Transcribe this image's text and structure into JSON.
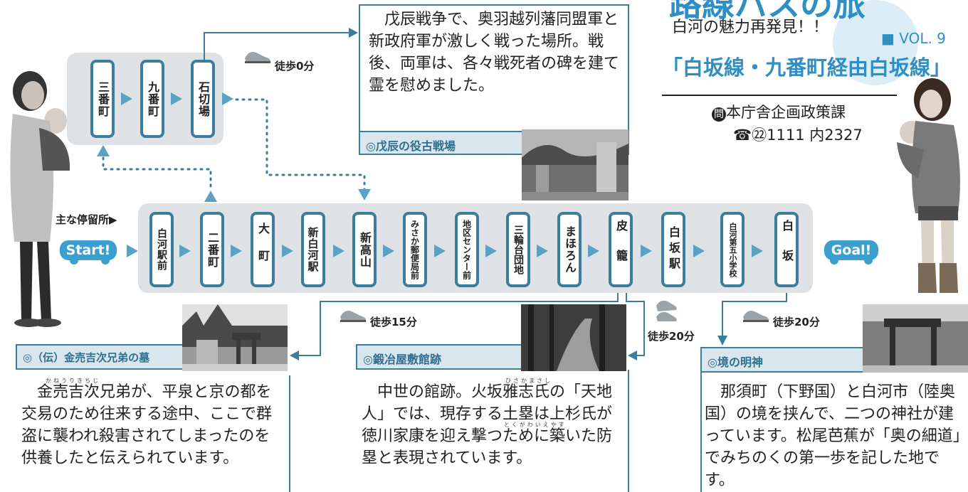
{
  "header": {
    "big_title": "路線バスの旅",
    "subtitle": "白河の魅力再発見！！",
    "volume": "■ VOL. 9",
    "route_title": "「白坂線・九番町経由白坂線」",
    "contact_icon": "問",
    "contact_dept": "本庁舎企画政策課",
    "phone_icon": "☎",
    "phone": "㉒1111 内2327"
  },
  "top_stops": [
    "三番町",
    "九番町",
    "石切場"
  ],
  "main_label": "主な停留所▶",
  "start_label": "Start!",
  "goal_label": "Goal!",
  "main_stops": [
    "白河駅前",
    "二番町",
    "大町",
    "新白河駅",
    "新高山",
    "みさか郵便局前",
    "地区センター前",
    "三輪台団地",
    "まほろん",
    "皮籠",
    "白坂駅",
    "白河第五小学校",
    "白坂"
  ],
  "walks": {
    "ishikiri": "徒歩0分",
    "kanaurikichiji": "徒歩15分",
    "kajiya": "徒歩20分",
    "sakai": "徒歩20分"
  },
  "spots": {
    "boshin": {
      "title": "◎戊辰の役古戦場",
      "text": "戊辰戦争で、奥羽越列藩同盟軍と新政府軍が激しく戦った場所。戦後、両軍は、各々戦死者の碑を建て霊を慰めました。"
    },
    "kanauri": {
      "title": "◎（伝）金売吉次兄弟の墓",
      "ruby": "かねうりきちじ",
      "text": "金売吉次兄弟が、平泉と京の都を交易のため往来する途中、ここで群盗に襲われ殺害されてしまったのを供養したと伝えられています。"
    },
    "kajiya": {
      "title": "◎鍛冶屋敷館跡",
      "ruby1": "ひさかまさし",
      "ruby2": "とくがわいえやす",
      "text": "中世の館跡。火坂雅志氏の「天地人」では、現存する土塁は上杉氏が徳川家康を迎え撃つために築いた防塁と表現されています。"
    },
    "sakai": {
      "title": "◎境の明神",
      "text": "那須町（下野国）と白河市（陸奥国）の境を挟んで、二つの神社が建っています。松尾芭蕉が「奥の細道」でみちのくの第一歩を記した地です。"
    }
  },
  "colors": {
    "accent": "#3b7e9b",
    "arrow": "#5aa2c4",
    "title_blue": "#2f8fc4",
    "panel": "#dfe2e4"
  }
}
